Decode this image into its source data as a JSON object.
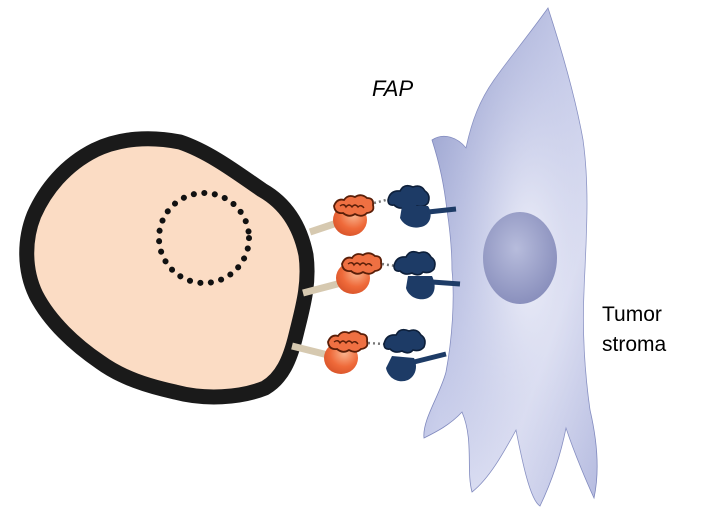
{
  "labels": {
    "fap": "FAP",
    "tumor_stroma_line1": "Tumor",
    "tumor_stroma_line2": "stroma"
  },
  "colors": {
    "tumor_cell_fill": "#fbdcc4",
    "tumor_cell_outline": "#1a1a1a",
    "fibroblast_light": "#e8e9f7",
    "fibroblast_dark": "#9aa2cf",
    "nucleus": "#9da3cc",
    "antibody_orange": "#ef6a3a",
    "antigen_orange": "#f0874f",
    "fap_navy": "#1d3b66",
    "linker": "#d6c9b0"
  },
  "icons": [
    "tumor-cell-icon",
    "fibroblast-icon",
    "binder-icon",
    "fap-receptor-icon"
  ]
}
